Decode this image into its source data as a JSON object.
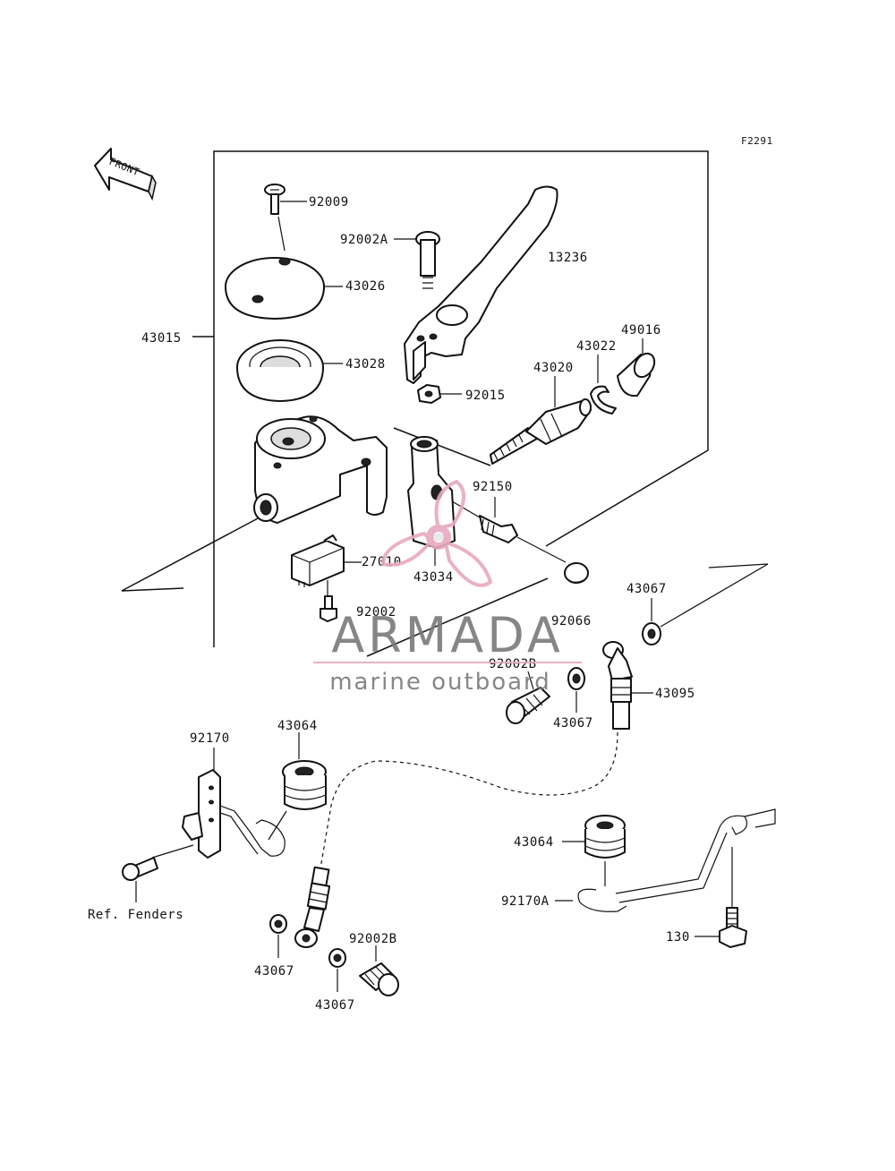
{
  "figure_code": "F2291",
  "front_label": "FRONT",
  "parts": {
    "p92009": "92009",
    "p92002A": "92002A",
    "p13236": "13236",
    "p43026": "43026",
    "p43015": "43015",
    "p43028": "43028",
    "p49016": "49016",
    "p43022": "43022",
    "p43020": "43020",
    "p92015": "92015",
    "p92150": "92150",
    "p27010": "27010",
    "p43034": "43034",
    "p92002": "92002",
    "p92066": "92066",
    "p43067_a": "43067",
    "p92002B_a": "92002B",
    "p43095": "43095",
    "p43067_b": "43067",
    "p92170": "92170",
    "p43064_a": "43064",
    "p43064_b": "43064",
    "p92170A": "92170A",
    "p130": "130",
    "p43067_c": "43067",
    "p92002B_b": "92002B",
    "p43067_d": "43067",
    "ref_fenders": "Ref. Fenders"
  },
  "watermark": {
    "brand": "ARMADA",
    "tagline": "marine outboard",
    "brand_color": "#e8a8c0",
    "text_color": "#7a7a7a"
  }
}
